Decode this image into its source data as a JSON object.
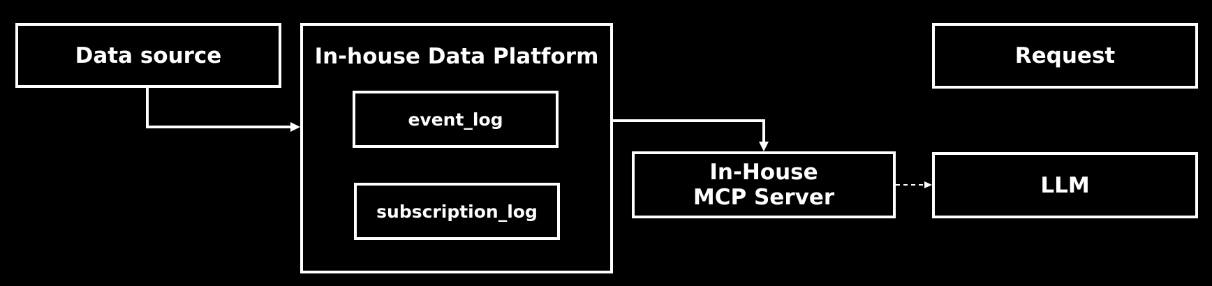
{
  "diagram": {
    "data_source": "Data source",
    "platform": {
      "title": "In-house Data Platform",
      "tables": [
        "event_log",
        "subscription_log"
      ]
    },
    "mcp_server": {
      "line1": "In-House",
      "line2": "MCP Server"
    },
    "request": "Request",
    "llm": "LLM"
  },
  "colors": {
    "background": "#000000",
    "stroke": "#ffffff"
  }
}
